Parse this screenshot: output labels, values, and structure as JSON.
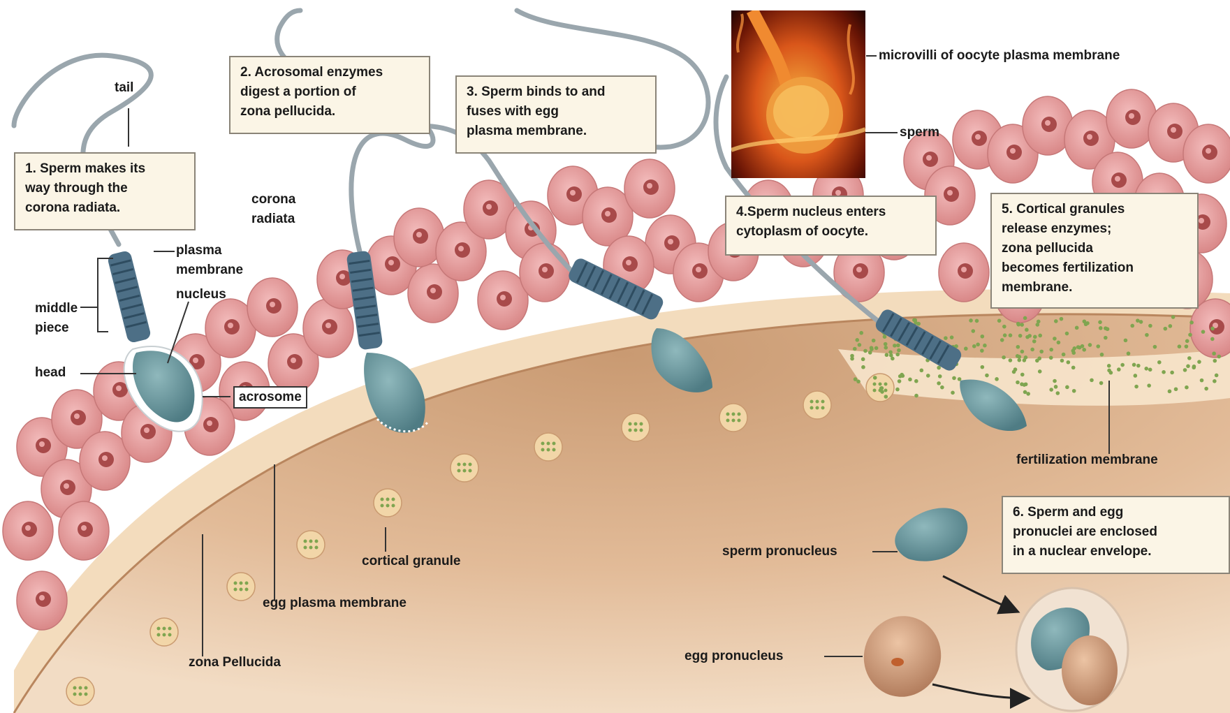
{
  "labels": {
    "tail": "tail",
    "corona_radiata": "corona\nradiata",
    "plasma_membrane": "plasma\nmembrane",
    "nucleus": "nucleus",
    "middle_piece": "middle\npiece",
    "head": "head",
    "acrosome": "acrosome",
    "microvilli": "microvilli  of oocyte  plasma membrane",
    "sperm": "sperm",
    "fertilization_membrane": "fertilization membrane",
    "cortical_granule": "cortical granule",
    "egg_plasma_membrane": "egg plasma  membrane",
    "zona_pellucida": "zona Pellucida",
    "sperm_pronucleus": "sperm pronucleus",
    "egg_pronucleus": "egg pronucleus"
  },
  "steps": [
    "1. Sperm makes its\n    way through the\n    corona radiata.",
    "2. Acrosomal enzymes\n    digest a portion of\n    zona pellucida.",
    "3. Sperm binds to and\n    fuses with egg\n    plasma membrane.",
    "4.Sperm nucleus enters\n    cytoplasm of oocyte.",
    "5. Cortical granules\n    release enzymes;\n    zona pellucida\n    becomes fertilization\n    membrane.",
    "6. Sperm and egg\n    pronuclei are enclosed\n    in a nuclear envelope."
  ],
  "colors": {
    "corona_cell": "#e9a3a3",
    "corona_nucleus": "#a84a4a",
    "zona": "#f4dec0",
    "cytoplasm": "#dcae86",
    "sperm_head": "#6e9aa0",
    "midpiece": "#4d6f86",
    "tail": "#9aa6ad",
    "granule": "#f2d6a8",
    "granule_dot": "#7fa550"
  }
}
